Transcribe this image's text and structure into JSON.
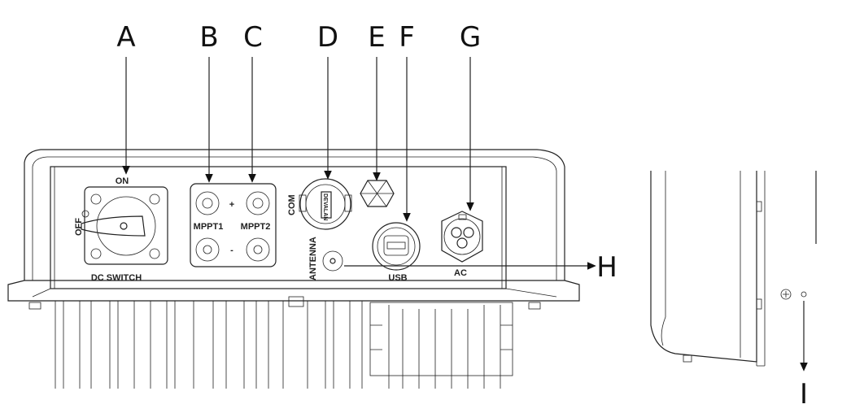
{
  "callouts": {
    "a": "A",
    "b": "B",
    "c": "C",
    "d": "D",
    "e": "E",
    "f": "F",
    "g": "G",
    "h": "H",
    "i": "I"
  },
  "panel_labels": {
    "on": "ON",
    "off": "OFF",
    "dc_switch": "DC  SWITCH",
    "mppt1": "MPPT1",
    "mppt2": "MPPT2",
    "plus": "+",
    "minus": "-",
    "com": "COM",
    "com_brand": "DEVALAN",
    "antenna": "ANTENNA",
    "usb": "USB",
    "ac": "AC"
  }
}
